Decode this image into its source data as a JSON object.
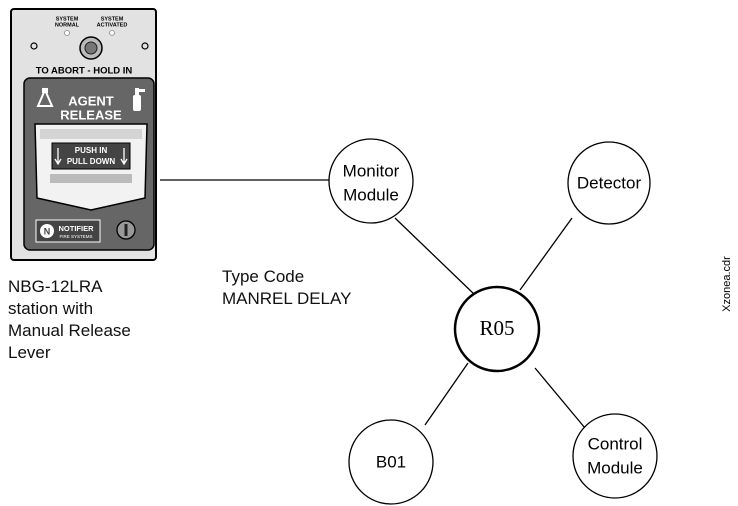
{
  "device": {
    "system_normal": [
      "SYSTEM",
      "NORMAL"
    ],
    "system_activated": [
      "SYSTEM",
      "ACTIVATED"
    ],
    "abort_text": "TO ABORT - HOLD IN",
    "agent_release": [
      "AGENT",
      "RELEASE"
    ],
    "push_text": [
      "PUSH IN",
      "PULL DOWN"
    ],
    "brand": "NOTIFIER",
    "brand_sub": "FIRE SYSTEMS",
    "brand_letter": "N"
  },
  "device_caption": [
    "NBG-12LRA",
    "station with",
    "Manual Release",
    "Lever"
  ],
  "type_code": [
    "Type Code",
    "MANREL DELAY"
  ],
  "center_node": "R05",
  "nodes": {
    "monitor_module": [
      "Monitor",
      "Module"
    ],
    "detector": "Detector",
    "b01": "B01",
    "control_module": [
      "Control",
      "Module"
    ]
  },
  "file_name": "Xzonea.cdr"
}
